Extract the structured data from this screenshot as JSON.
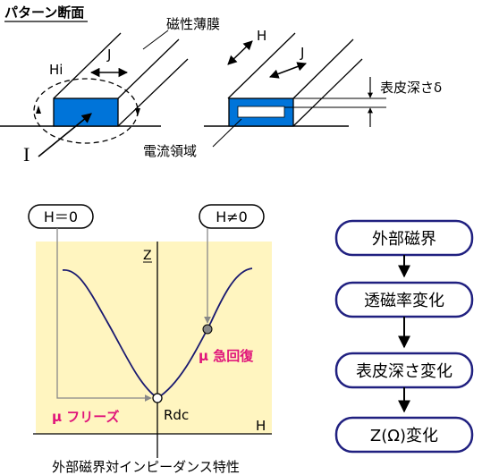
{
  "top_left": {
    "title": "パターン断面",
    "label_film": "磁性薄膜",
    "label_hi": "Hi",
    "label_j": "J",
    "label_i": "I"
  },
  "top_right": {
    "label_h": "H",
    "label_j": "J",
    "label_skin": "表皮深さδ",
    "label_current": "電流領域"
  },
  "graph": {
    "caption": "外部磁界対インピーダンス特性",
    "axis_z": "Z",
    "axis_h": "H",
    "box_h0": "H＝0",
    "box_hne0": "H≠0",
    "label_rdc": "Rdc",
    "label_freeze": "μ フリーズ",
    "label_recover": "μ 急回復"
  },
  "flow": {
    "steps": [
      "外部磁界",
      "透磁率変化",
      "表皮深さ変化",
      "Z(Ω)変化"
    ]
  },
  "colors": {
    "film_blue": "#0074d9",
    "plot_bg": "#fff5c0",
    "curve": "#1a1a70",
    "flow_border": "#202080",
    "magenta": "#e0147a"
  }
}
